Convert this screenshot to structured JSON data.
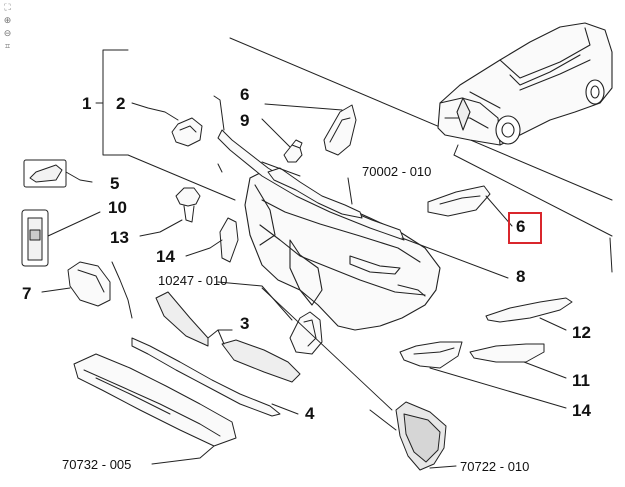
{
  "toolbar": {
    "items": [
      {
        "name": "fit-page",
        "glyph": "⛶"
      },
      {
        "name": "zoom-in",
        "glyph": "⊕"
      },
      {
        "name": "zoom-out",
        "glyph": "⊖"
      },
      {
        "name": "select-area",
        "glyph": "⌗"
      }
    ]
  },
  "callouts": {
    "c1": "1",
    "c2": "2",
    "c3": "3",
    "c4": "4",
    "c5": "5",
    "c6": "6",
    "c6_selected": "6",
    "c7": "7",
    "c8": "8",
    "c9": "9",
    "c10": "10",
    "c11": "11",
    "c12": "12",
    "c13": "13",
    "c14a": "14",
    "c14b": "14"
  },
  "refs": {
    "r70002": "70002 - 010",
    "r10247": "10247 - 010",
    "r70732": "70732 - 005",
    "r70722": "70722 - 010"
  },
  "colors": {
    "highlight": "#d9262c",
    "line": "#222222"
  }
}
